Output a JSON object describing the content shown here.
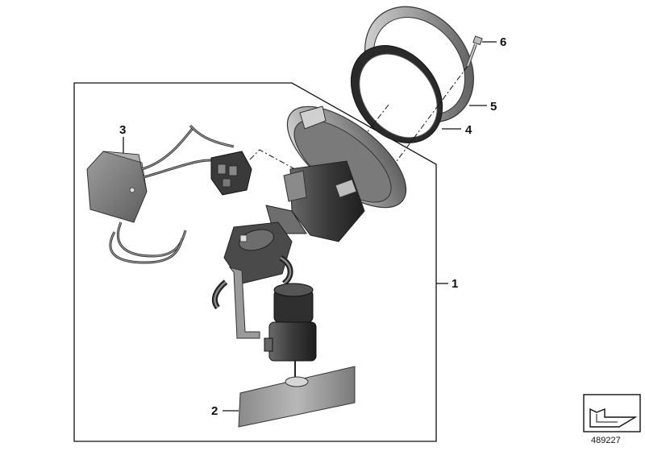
{
  "diagram": {
    "callouts": [
      {
        "id": "1",
        "label": "1"
      },
      {
        "id": "2",
        "label": "2"
      },
      {
        "id": "3",
        "label": "3"
      },
      {
        "id": "4",
        "label": "4"
      },
      {
        "id": "5",
        "label": "5"
      },
      {
        "id": "6",
        "label": "6"
      }
    ],
    "document_id": "489227",
    "colors": {
      "line": "#111111",
      "part_dark": "#555555",
      "part_mid": "#8c8c8c",
      "part_light": "#c4c4c4"
    },
    "icons": [
      "fuel-pump-assembly",
      "sealing-ring",
      "clamping-ring",
      "screw",
      "sensor-module",
      "filter-pad",
      "navigation-arrow"
    ]
  }
}
